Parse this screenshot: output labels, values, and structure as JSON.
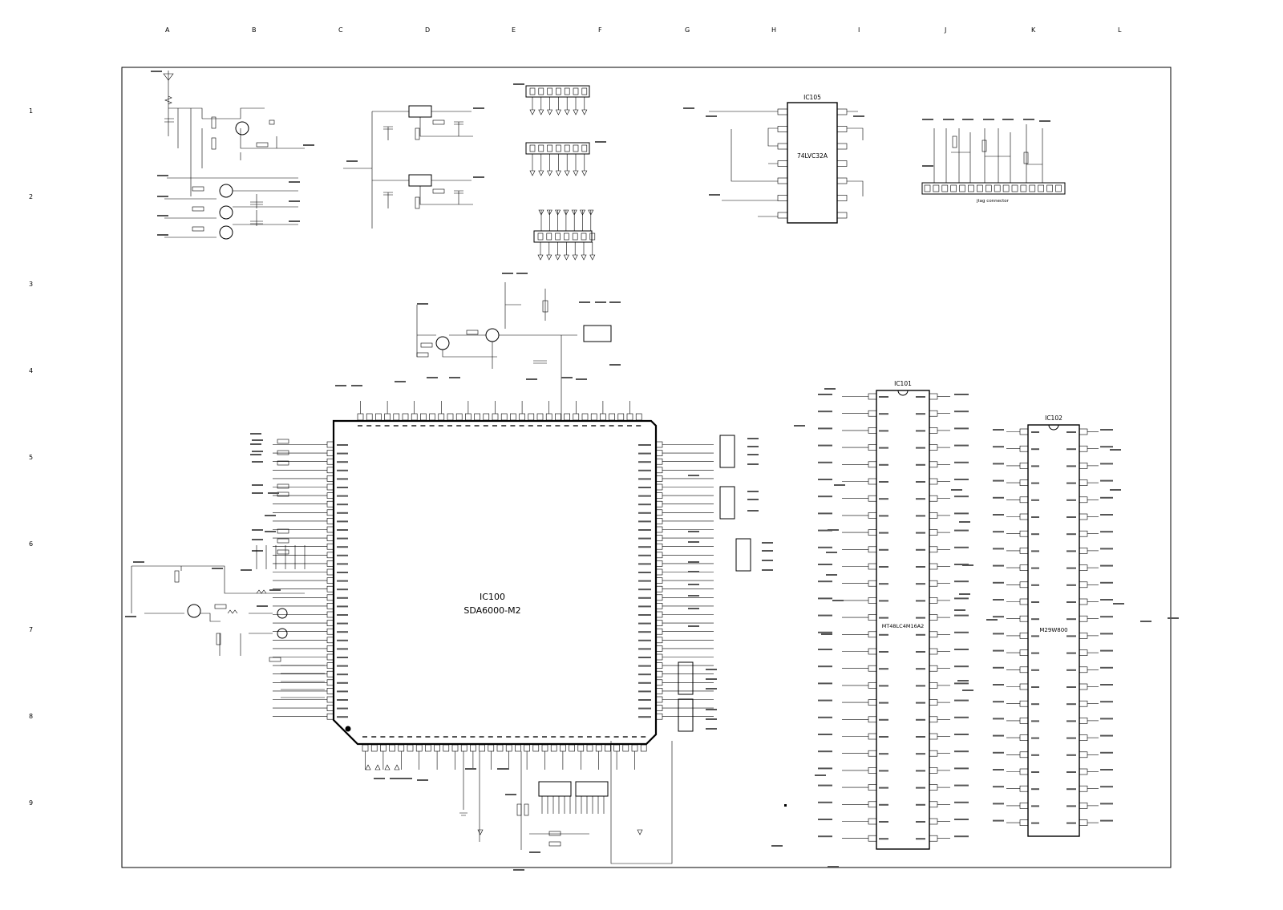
{
  "grid": {
    "columns": [
      "A",
      "B",
      "C",
      "D",
      "E",
      "F",
      "G",
      "H",
      "I",
      "J",
      "K",
      "L"
    ],
    "rows": [
      "1",
      "2",
      "3",
      "4",
      "5",
      "6",
      "7",
      "8",
      "9"
    ]
  },
  "chips": {
    "ic100": {
      "ref": "IC100",
      "part": "SDA6000-M2"
    },
    "ic101": {
      "ref": "IC101",
      "part": "MT48LC4M16A2"
    },
    "ic102": {
      "ref": "IC102",
      "part": "M29W800"
    },
    "ic105": {
      "ref": "IC105",
      "part": "74LVC32A"
    }
  },
  "labels": {
    "jtag": "jtag connector"
  }
}
